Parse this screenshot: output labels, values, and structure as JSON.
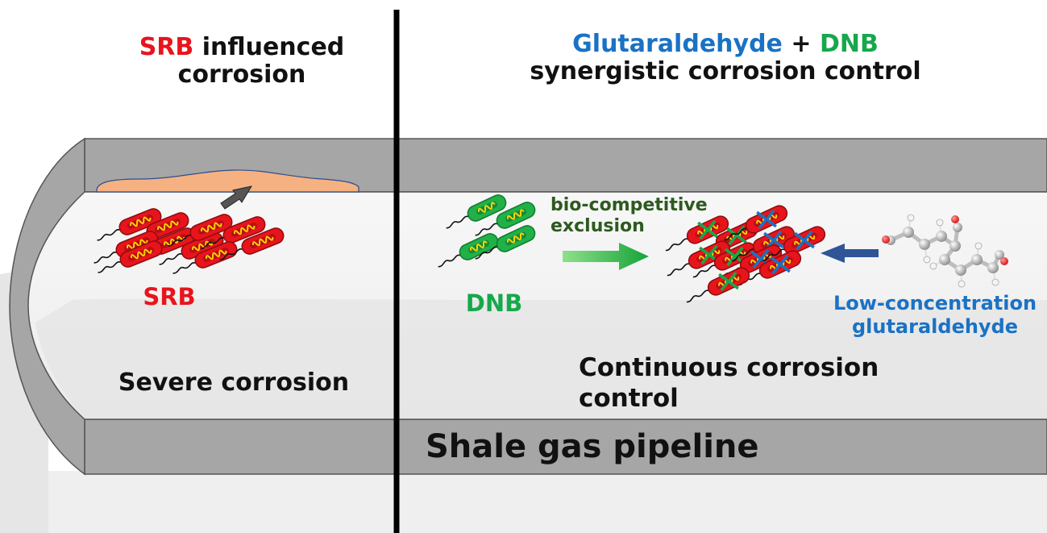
{
  "left_panel": {
    "title_highlight": "SRB",
    "title_rest_line1": " influenced",
    "title_line2": "corrosion",
    "bacteria_label": "SRB",
    "outcome": "Severe corrosion"
  },
  "right_panel": {
    "title_glutaraldehyde": "Glutaraldehyde",
    "title_plus": " + ",
    "title_dnb": "DNB",
    "title_line2": "synergistic corrosion control",
    "bacteria_label": "DNB",
    "mechanism_line1": "bio-competitive",
    "mechanism_line2": "exclusion",
    "biocide_line1": "Low-concentration",
    "biocide_line2": "glutaraldehyde",
    "outcome_line1": "Continuous corrosion",
    "outcome_line2": "control"
  },
  "pipeline_label": "Shale gas pipeline",
  "colors": {
    "srb": "#e8141c",
    "dnb": "#16a84b",
    "glutaraldehyde": "#1a72c4",
    "mechanism_text": "#2d5a1f",
    "pipe_wall": "#a6a6a6",
    "pipe_bore": "#f2f2f2",
    "corrosion_deposit": "#f5b182",
    "flagella": "#ffd500"
  },
  "icons": {
    "bacterium": "rod-bacterium-icon",
    "inhibited_bacterium": "crossed-bacterium-icon",
    "molecule": "glutaraldehyde-molecule-icon",
    "arrow_out": "deposit-arrow-icon",
    "arrow_exclusion": "green-arrow-icon",
    "arrow_biocide": "blue-arrow-icon"
  }
}
